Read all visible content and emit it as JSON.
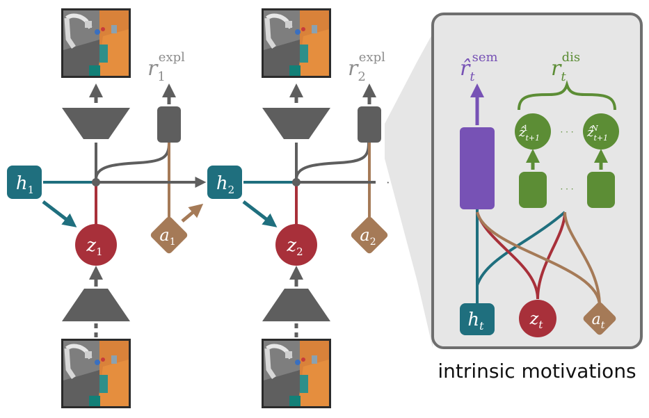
{
  "colors": {
    "teal": "#1F6F7E",
    "red": "#A8303A",
    "brown": "#A57A57",
    "gray": "#5E5E5E",
    "purple": "#7752B5",
    "green": "#5C8D35",
    "panel_bg": "#E6E6E6",
    "panel_border": "#6E6E6E"
  },
  "timesteps": [
    {
      "h": {
        "base": "h",
        "sub": "1"
      },
      "z": {
        "base": "z",
        "sub": "1"
      },
      "a": {
        "base": "a",
        "sub": "1"
      },
      "r": {
        "base": "r",
        "sub": "1",
        "sup": "expl"
      }
    },
    {
      "h": {
        "base": "h",
        "sub": "2"
      },
      "z": {
        "base": "z",
        "sub": "2"
      },
      "a": {
        "base": "a",
        "sub": "2"
      },
      "r": {
        "base": "r",
        "sub": "2",
        "sup": "expl"
      }
    }
  ],
  "ellipsis": "· · ·",
  "panel": {
    "r_sem": {
      "base": "r̂",
      "sub": "t",
      "sup": "sem"
    },
    "r_dis": {
      "base": "r",
      "sub": "t",
      "sup": "dis"
    },
    "z_hat_first": {
      "base": "ẑ",
      "sub": "t+1",
      "sup": "1"
    },
    "z_hat_last": {
      "base": "ẑ",
      "sub": "t+1",
      "sup": "N"
    },
    "h_t": {
      "base": "h",
      "sub": "t"
    },
    "z_t": {
      "base": "z",
      "sub": "t"
    },
    "a_t": {
      "base": "a",
      "sub": "t"
    },
    "dots_head": "· · ·",
    "dots_mlp": "· · ·"
  },
  "caption": "intrinsic motivations"
}
